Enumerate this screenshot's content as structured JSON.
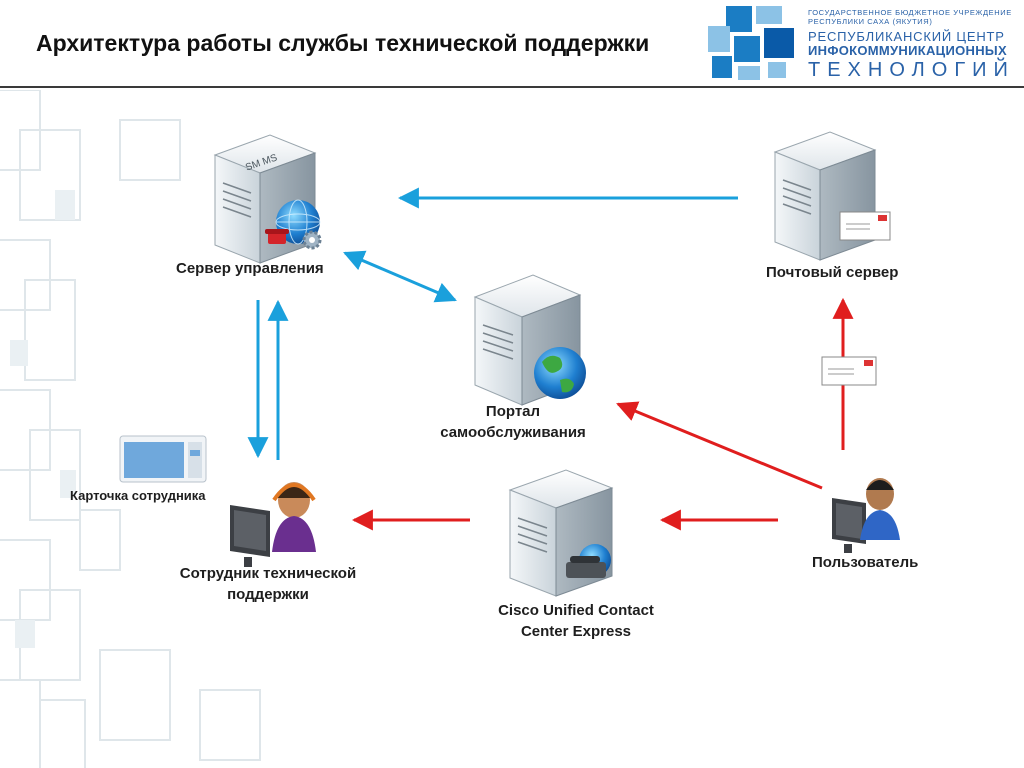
{
  "header": {
    "title": "Архитектура работы службы технической поддержки",
    "org": {
      "line1": "ГОСУДАРСТВЕННОЕ БЮДЖЕТНОЕ УЧРЕЖДЕНИЕ",
      "line1b": "РЕСПУБЛИКИ САХА (ЯКУТИЯ)",
      "line2": "РЕСПУБЛИКАНСКИЙ ЦЕНТР",
      "line3": "ИНФОКОММУНИКАЦИОННЫХ",
      "line4": "ТЕХНОЛОГИЙ"
    }
  },
  "nodes": {
    "management_server": {
      "label": "Сервер управления",
      "badge": "SM MS"
    },
    "mail_server": {
      "label": "Почтовый сервер"
    },
    "portal": {
      "line1": "Портал",
      "line2": "самообслуживания"
    },
    "employee_card": {
      "label": "Карточка сотрудника"
    },
    "support_employee": {
      "line1": "Сотрудник технической",
      "line2": "поддержки"
    },
    "cisco": {
      "line1": "Cisco Unified Contact",
      "line2": "Center Express"
    },
    "user": {
      "label": "Пользователь"
    }
  },
  "colors": {
    "blue_arrow": "#1aa0dc",
    "red_arrow": "#e01e1e",
    "logo_blue": "#2a62a8"
  },
  "icons": [
    "server-icon",
    "globe-icon",
    "phone-icon",
    "gear-icon",
    "envelope-icon",
    "monitor-icon",
    "headset-operator-icon",
    "user-icon",
    "card-window-icon"
  ]
}
